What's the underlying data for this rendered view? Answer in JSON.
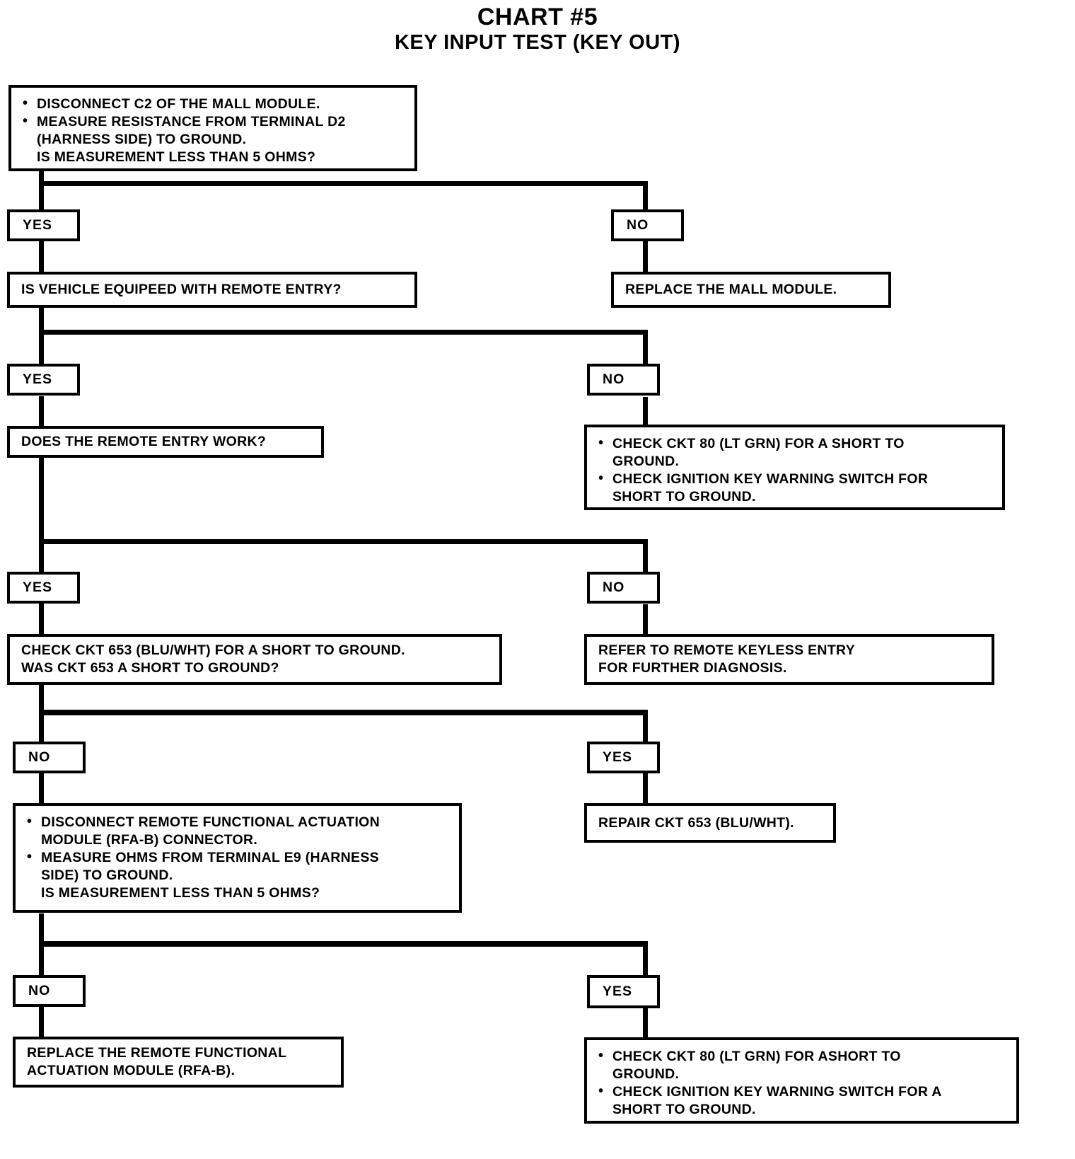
{
  "title": {
    "main": "CHART #5",
    "sub": "KEY INPUT TEST (KEY OUT)"
  },
  "colors": {
    "ink": "#000000",
    "paper": "#ffffff"
  },
  "nodes": {
    "q1": {
      "lines": [
        "DISCONNECT C2 OF THE MALL MODULE.",
        "MEASURE RESISTANCE FROM TERMINAL D2\n(HARNESS SIDE) TO GROUND.",
        "IS MEASUREMENT LESS THAN 5 OHMS?"
      ]
    },
    "q1_yes": {
      "label": "YES"
    },
    "q1_no": {
      "label": "NO"
    },
    "a_replace_mall": {
      "text": "REPLACE THE MALL MODULE."
    },
    "q2": {
      "text": "IS VEHICLE EQUIPEED WITH REMOTE ENTRY?"
    },
    "q2_yes": {
      "label": "YES"
    },
    "q2_no": {
      "label": "NO"
    },
    "a_check_ckt80_a": {
      "lines": [
        "CHECK CKT 80 (LT GRN) FOR A SHORT TO\nGROUND.",
        "CHECK IGNITION KEY WARNING SWITCH FOR\nSHORT TO GROUND."
      ]
    },
    "q3": {
      "text": "DOES THE REMOTE ENTRY WORK?"
    },
    "q3_yes": {
      "label": "YES"
    },
    "q3_no": {
      "label": "NO"
    },
    "a_refer_rke": {
      "text": "REFER TO REMOTE KEYLESS ENTRY\nFOR FURTHER DIAGNOSIS."
    },
    "q4": {
      "text": "CHECK CKT 653 (BLU/WHT) FOR A SHORT TO GROUND.\nWAS CKT 653 A SHORT TO GROUND?"
    },
    "q4_no": {
      "label": "NO"
    },
    "q4_yes": {
      "label": "YES"
    },
    "a_repair_ckt653": {
      "text": "REPAIR CKT 653 (BLU/WHT)."
    },
    "q5": {
      "lines": [
        "DISCONNECT REMOTE FUNCTIONAL ACTUATION\nMODULE (RFA-B) CONNECTOR.",
        "MEASURE OHMS FROM TERMINAL E9 (HARNESS\nSIDE) TO GROUND.",
        "IS MEASUREMENT LESS THAN 5 OHMS?"
      ]
    },
    "q5_no": {
      "label": "NO"
    },
    "q5_yes": {
      "label": "YES"
    },
    "a_replace_rfa": {
      "text": "REPLACE THE REMOTE FUNCTIONAL\nACTUATION MODULE (RFA-B)."
    },
    "a_check_ckt80_b": {
      "lines": [
        "CHECK CKT 80 (LT GRN) FOR ASHORT TO\nGROUND.",
        "CHECK IGNITION KEY WARNING SWITCH FOR A\nSHORT TO GROUND."
      ]
    }
  }
}
